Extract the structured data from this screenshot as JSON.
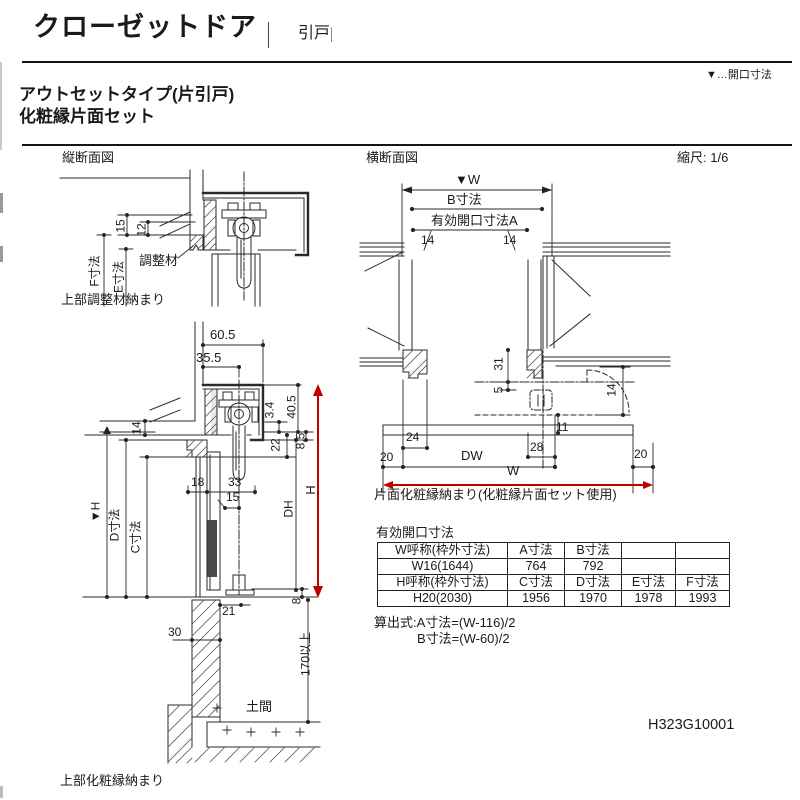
{
  "header": {
    "title": "クローゼットドア",
    "category": "引戸",
    "legend": "▼…開口寸法",
    "subtitle1": "アウトセットタイプ(片引戸)",
    "subtitle2": "化粧縁片面セット"
  },
  "sections": {
    "vertical_label": "縦断面図",
    "horizontal_label": "横断面図",
    "scale": "縮尺: 1/6",
    "top_detail_caption": "上部調整材納まり",
    "bottom_caption": "上部化粧縁納まり",
    "horizontal_caption": "片面化粧縁納まり(化粧縁片面セット使用)"
  },
  "top_detail_dims": {
    "d15": "15",
    "d12": "12",
    "f": "F寸法",
    "e": "E寸法",
    "material": "調整材"
  },
  "main_dims": {
    "d60_5": "60.5",
    "d35_5": "35.5",
    "d14": "14",
    "d3_4": "3.4",
    "d40_5": "40.5",
    "d22": "22",
    "d8_5": "8.5",
    "d18": "18",
    "d33": "33",
    "d15": "15",
    "h_ref": "▼H",
    "d_dim": "D寸法",
    "c_dim": "C寸法",
    "dh": "DH",
    "h": "H",
    "d8": "8",
    "d21": "21",
    "d30": "30",
    "d170": "170以上",
    "doma": "土間"
  },
  "plan_dims": {
    "w_ref": "▼W",
    "b_dim": "B寸法",
    "a_dim": "有効開口寸法A",
    "d14_left": "14",
    "d14_right": "14",
    "d31": "31",
    "d5": "5",
    "d14_bottom": "14",
    "d24": "24",
    "d11": "11",
    "d28": "28",
    "d20_left": "20",
    "dw": "DW",
    "d20_right": "20",
    "w": "W"
  },
  "table": {
    "title": "有効開口寸法",
    "rows": [
      [
        "W呼称(枠外寸法)",
        "A寸法",
        "B寸法",
        "",
        ""
      ],
      [
        "W16(1644)",
        "764",
        "792",
        "",
        ""
      ],
      [
        "H呼称(枠外寸法)",
        "C寸法",
        "D寸法",
        "E寸法",
        "F寸法"
      ],
      [
        "H20(2030)",
        "1956",
        "1970",
        "1978",
        "1993"
      ]
    ]
  },
  "formula": {
    "line1": "算出式:A寸法=(W-116)/2",
    "line2": "B寸法=(W-60)/2"
  },
  "footer": {
    "drawing_code": "H323G10001"
  },
  "colors": {
    "accent_red": "#c00000",
    "line": "#2a2a2a"
  }
}
